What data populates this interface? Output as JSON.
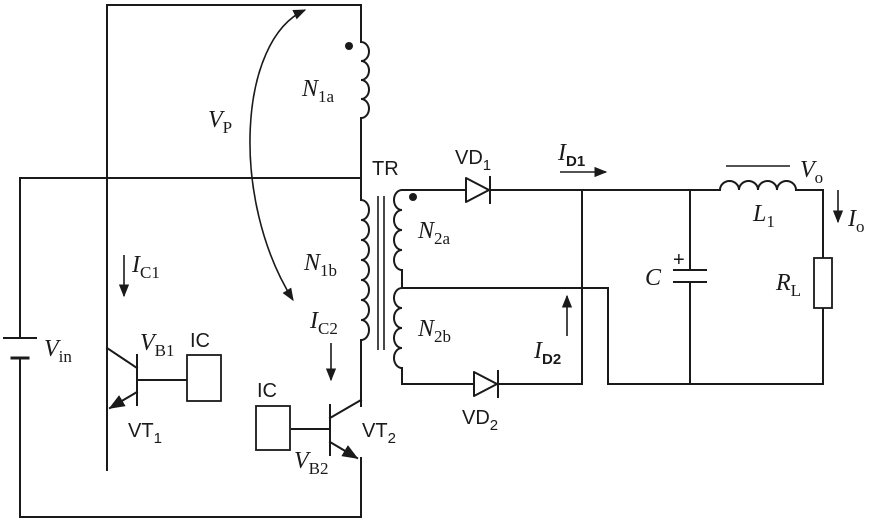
{
  "labels": {
    "n1a": {
      "main": "N",
      "sub": "1a"
    },
    "n1b": {
      "main": "N",
      "sub": "1b"
    },
    "n2a": {
      "main": "N",
      "sub": "2a"
    },
    "n2b": {
      "main": "N",
      "sub": "2b"
    },
    "vp": {
      "main": "V",
      "sub": "P"
    },
    "vin": {
      "main": "V",
      "sub": "in"
    },
    "ic1": {
      "main": "I",
      "sub": "C1"
    },
    "ic2": {
      "main": "I",
      "sub": "C2"
    },
    "vb1": {
      "main": "V",
      "sub": "B1"
    },
    "vb2": {
      "main": "V",
      "sub": "B2"
    },
    "vt1": {
      "main": "VT",
      "sub": "1"
    },
    "vt2": {
      "main": "VT",
      "sub": "2"
    },
    "ic_box1": "IC",
    "ic_box2": "IC",
    "tr": "TR",
    "vd1": {
      "main": "VD",
      "sub": "1"
    },
    "vd2": {
      "main": "VD",
      "sub": "2"
    },
    "id1": {
      "main": "I",
      "sub": "D1"
    },
    "id2": {
      "main": "I",
      "sub": "D2"
    },
    "c": "C",
    "c_plus": "+",
    "l1": {
      "main": "L",
      "sub": "1"
    },
    "vo": {
      "main": "V",
      "sub": "o"
    },
    "io": {
      "main": "I",
      "sub": "o"
    },
    "rl": {
      "main": "R",
      "sub": "L"
    }
  }
}
